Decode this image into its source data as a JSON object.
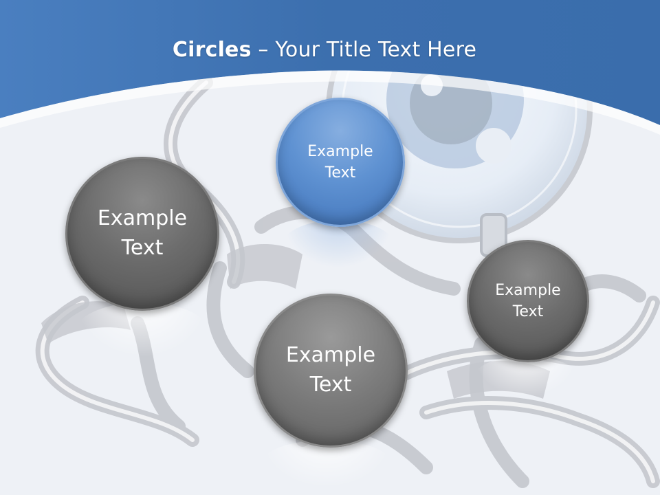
{
  "title": {
    "bold": "Circles",
    "dash": " – ",
    "rest": "Your Title Text Here"
  },
  "circles": [
    {
      "line1": "Example",
      "line2": "Text"
    },
    {
      "line1": "Example",
      "line2": "Text"
    },
    {
      "line1": "Example",
      "line2": "Text"
    },
    {
      "line1": "Example",
      "line2": "Text"
    }
  ],
  "colors": {
    "header_blue": "#3f74b6",
    "accent_blue": "#5b8fd0",
    "gray_circle": "#6b6b6b",
    "background": "#eef1f6"
  }
}
